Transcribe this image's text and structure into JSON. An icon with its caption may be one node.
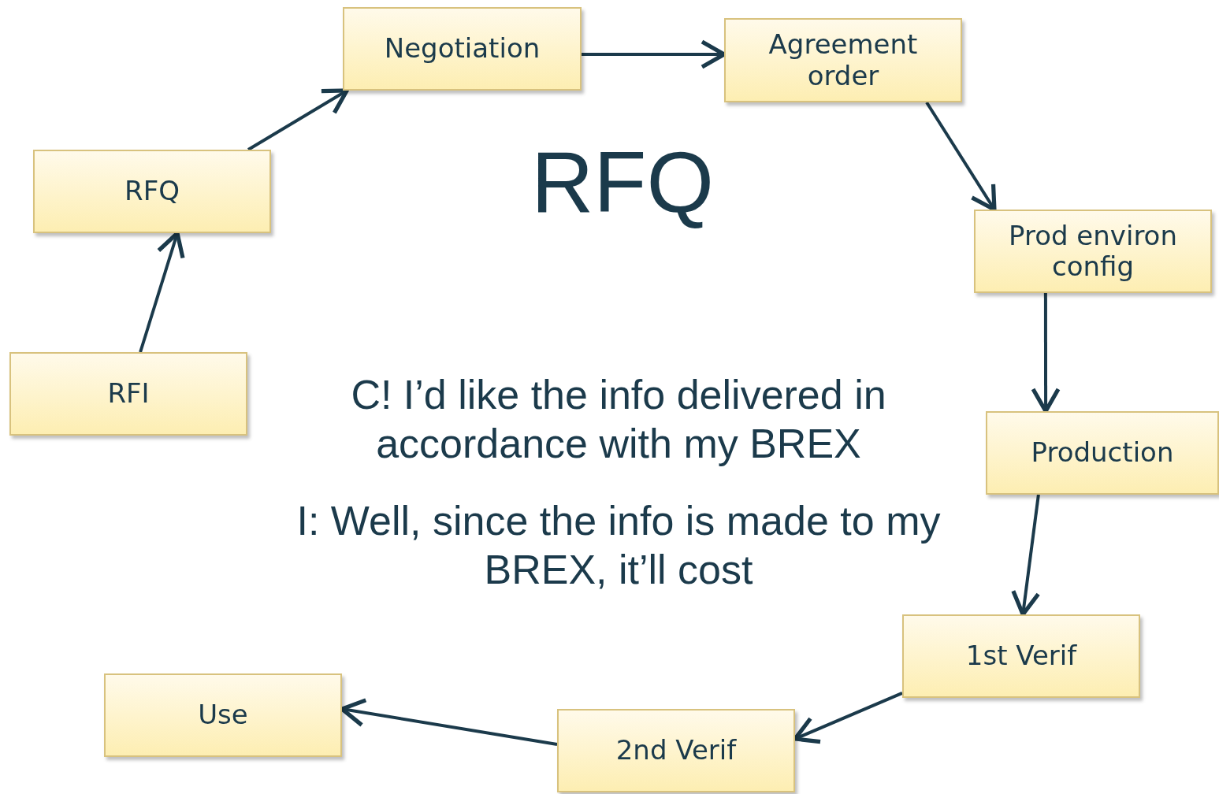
{
  "diagram": {
    "title": "RFQ",
    "nodes": [
      {
        "text": [
          "Negotiation"
        ]
      },
      {
        "text": [
          "Agreement order"
        ]
      },
      {
        "text": [
          "Prod environ config"
        ]
      },
      {
        "text": [
          "Production"
        ]
      },
      {
        "text": [
          "1st Verif"
        ]
      },
      {
        "text": [
          "2nd Verif"
        ]
      },
      {
        "text": [
          "Use"
        ]
      },
      {
        "text": [
          "RFI"
        ]
      },
      {
        "text": [
          "RFQ"
        ]
      }
    ],
    "edges": [
      {
        "from": 8,
        "to": 0,
        "arrow": "to"
      },
      {
        "from": 0,
        "to": 1,
        "arrow": "to"
      },
      {
        "from": 1,
        "to": 2,
        "arrow": "to"
      },
      {
        "from": 2,
        "to": 3,
        "arrow": "to"
      },
      {
        "from": 3,
        "to": 4,
        "arrow": "to"
      },
      {
        "from": 4,
        "to": 5,
        "arrow": "to"
      },
      {
        "from": 5,
        "to": 6,
        "arrow": "to"
      },
      {
        "from": 7,
        "to": 8,
        "arrow": "to"
      }
    ],
    "labels": [
      "C! I’d like the info delivered in accordance with my BREX",
      "I: Well, since the info is made to my BREX, it’ll cost"
    ]
  }
}
